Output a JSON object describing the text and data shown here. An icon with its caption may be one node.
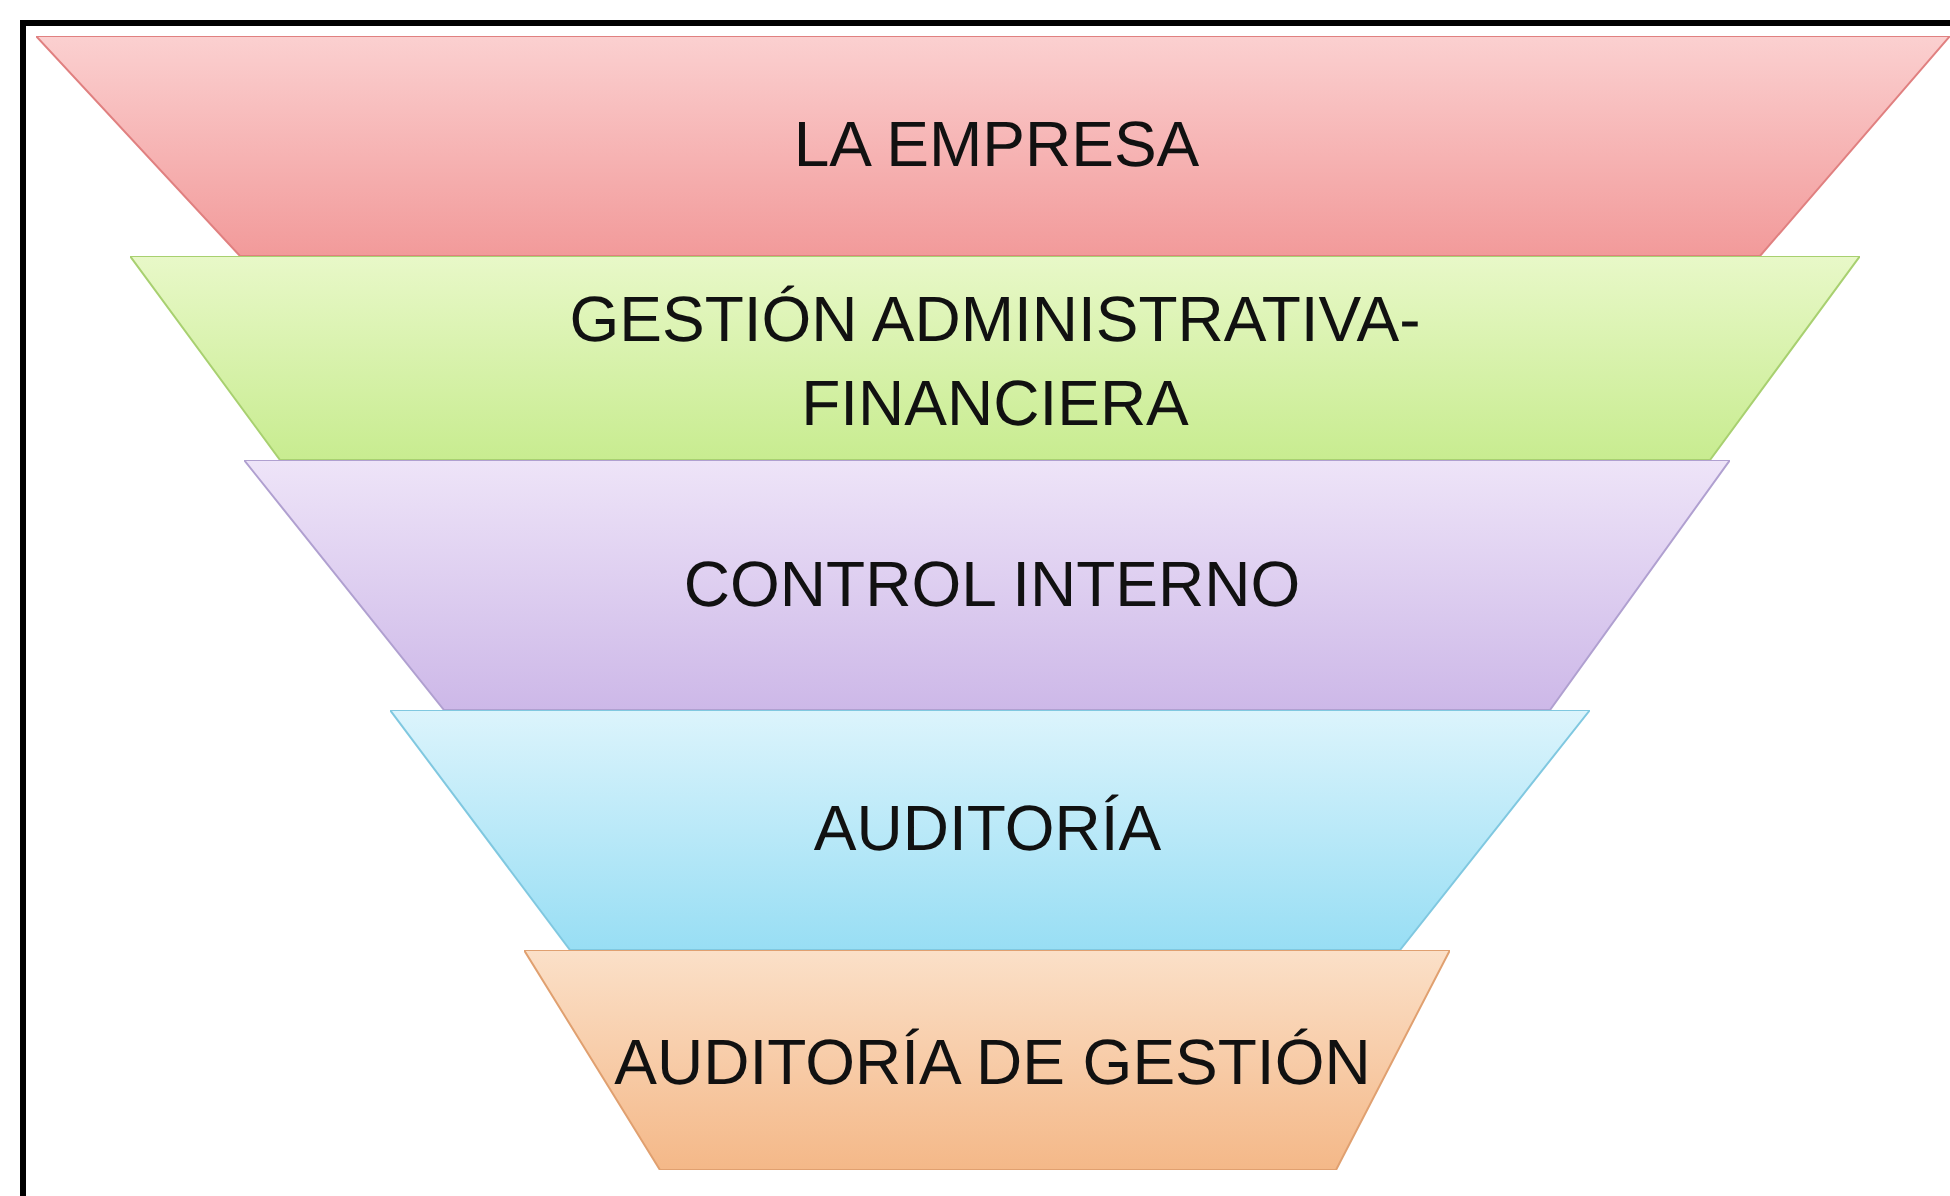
{
  "diagram": {
    "nodes": [
      {
        "text": [
          "LA EMPRESA"
        ]
      },
      {
        "text": [
          "GESTIÓN ADMINISTRATIVA- FINANCIERA"
        ]
      },
      {
        "text": [
          "CONTROL INTERNO"
        ]
      },
      {
        "text": [
          "AUDITORÍA"
        ]
      },
      {
        "text": [
          "AUDITORÍA DE GESTIÓN"
        ]
      }
    ],
    "edges": []
  }
}
